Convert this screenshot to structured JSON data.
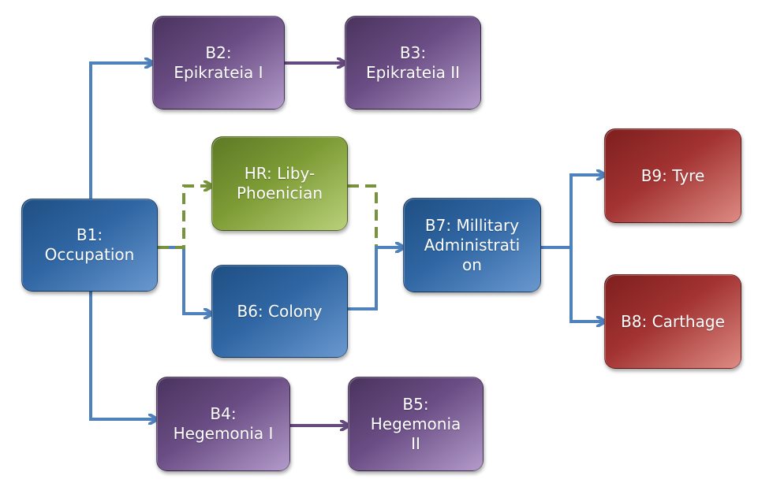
{
  "colors": {
    "blue_connector": "#4f81bd",
    "purple_connector": "#654a7f",
    "green_connector": "#77933c"
  },
  "nodes": {
    "b1": {
      "label": "B1:\nOccupation"
    },
    "b2": {
      "label": "B2:\nEpikrateia I"
    },
    "b3": {
      "label": "B3:\nEpikrateia II"
    },
    "hr": {
      "label": "HR: Liby-\nPhoenician"
    },
    "b6": {
      "label": "B6: Colony"
    },
    "b7": {
      "label": "B7: Millitary\nAdministrati\non"
    },
    "b9": {
      "label": "B9: Tyre"
    },
    "b8": {
      "label": "B8: Carthage"
    },
    "b4": {
      "label": "B4:\nHegemonia I"
    },
    "b5": {
      "label": "B5:\nHegemonia\nII"
    }
  },
  "edges": [
    {
      "from": "B1",
      "to": "B2",
      "style": "solid",
      "color": "blue"
    },
    {
      "from": "B2",
      "to": "B3",
      "style": "solid",
      "color": "purple"
    },
    {
      "from": "B1",
      "to": "HR",
      "style": "dashed",
      "color": "green"
    },
    {
      "from": "HR",
      "to": "B7",
      "style": "dashed",
      "color": "green"
    },
    {
      "from": "B1",
      "to": "B6",
      "style": "solid",
      "color": "blue"
    },
    {
      "from": "B6",
      "to": "B7",
      "style": "solid",
      "color": "blue"
    },
    {
      "from": "B7",
      "to": "B9",
      "style": "solid",
      "color": "blue"
    },
    {
      "from": "B7",
      "to": "B8",
      "style": "solid",
      "color": "blue"
    },
    {
      "from": "B1",
      "to": "B4",
      "style": "solid",
      "color": "blue"
    },
    {
      "from": "B4",
      "to": "B5",
      "style": "solid",
      "color": "purple"
    }
  ]
}
